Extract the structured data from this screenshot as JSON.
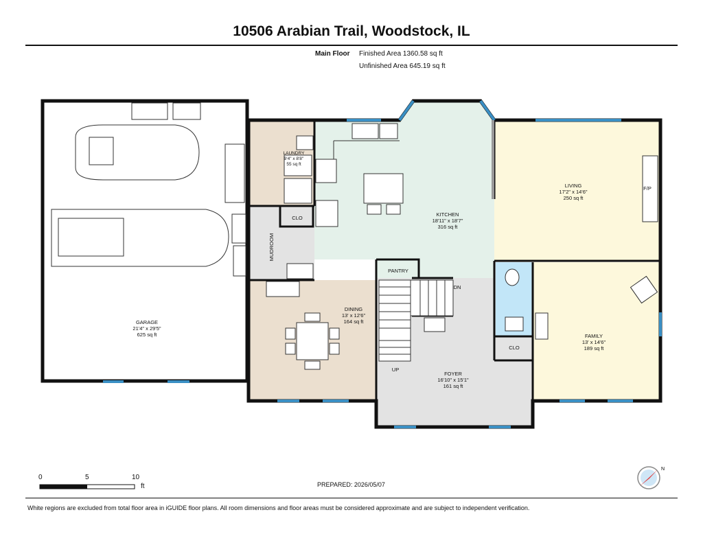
{
  "title": "10506 Arabian Trail, Woodstock, IL",
  "floor": {
    "name": "Main Floor",
    "finished": "Finished Area 1360.58 sq ft",
    "unfinished": "Unfinished Area 645.19 sq ft"
  },
  "rooms": {
    "garage": {
      "name": "GARAGE",
      "dims": "21'4\" x 29'5\"",
      "area": "625 sq ft"
    },
    "laundry": {
      "name": "LAUNDRY",
      "dims": "9'4\" x 8'8\"",
      "area": "55 sq ft"
    },
    "kitchen": {
      "name": "KITCHEN",
      "dims": "18'11\" x 18'7\"",
      "area": "316 sq ft"
    },
    "living": {
      "name": "LIVING",
      "dims": "17'2\" x 14'6\"",
      "area": "250 sq ft"
    },
    "dining": {
      "name": "DINING",
      "dims": "13' x 12'6\"",
      "area": "164 sq ft"
    },
    "foyer": {
      "name": "FOYER",
      "dims": "16'10\" x 15'1\"",
      "area": "161 sq ft"
    },
    "family": {
      "name": "FAMILY",
      "dims": "13' x 14'6\"",
      "area": "189 sq ft"
    },
    "mudroom": {
      "name": "MUDROOM"
    },
    "pantry": {
      "name": "PANTRY"
    },
    "clo1": {
      "name": "CLO"
    },
    "clo2": {
      "name": "CLO"
    },
    "fp": {
      "name": "F/P"
    },
    "up": {
      "name": "UP"
    },
    "dn": {
      "name": "DN"
    }
  },
  "scale": {
    "t0": "0",
    "t5": "5",
    "t10": "10",
    "unit": "ft"
  },
  "compass": {
    "label": "N"
  },
  "prepared": "PREPARED: 2026/05/07",
  "footer": "White regions are excluded from total floor area in iGUIDE floor plans. All room dimensions and floor areas must be considered approximate and are subject to independent verification.",
  "colors": {
    "laundry": "#ebdfcf",
    "kitchen": "#e4f1ea",
    "living": "#fdf8dc",
    "dining": "#ebdfcf",
    "foyer": "#e3e3e3",
    "family": "#fdf8dc",
    "mudroom": "#e3e3e3",
    "bath": "#c2e6f8",
    "window": "#3a8fc4",
    "wall": "#111111"
  }
}
